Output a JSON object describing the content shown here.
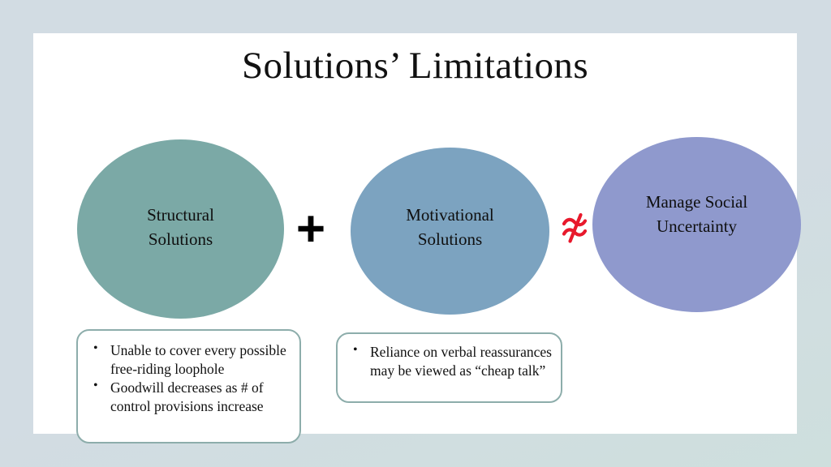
{
  "slide": {
    "title": "Solutions’ Limitations",
    "background_color": "#d2dce3",
    "canvas_color": "#ffffff"
  },
  "diagram": {
    "nodes": [
      {
        "id": "structural",
        "label_line1": "Structural",
        "label_line2": "Solutions",
        "color": "#7ba9a6"
      },
      {
        "id": "motivational",
        "label_line1": "Motivational",
        "label_line2": "Solutions",
        "color": "#7ca3c0"
      },
      {
        "id": "manage",
        "label_line1": "Manage Social",
        "label_line2": "Uncertainty",
        "color": "#8f99cd"
      }
    ],
    "operators": [
      {
        "id": "plus",
        "symbol": "+",
        "name": "plus-sign",
        "color": "#000000"
      },
      {
        "id": "not-approximately-equal",
        "symbol": "≉",
        "name": "not-approximately-equal-sign",
        "color": "#e8192c"
      }
    ]
  },
  "callouts": [
    {
      "id": "structural-limitations",
      "border_color": "#8dadab",
      "bullets": [
        "Unable to cover every possible free-riding loophole",
        "Goodwill decreases as # of control provisions increase"
      ]
    },
    {
      "id": "motivational-limitations",
      "border_color": "#8dadab",
      "bullets": [
        "Reliance on verbal reassurances may be viewed as “cheap talk”"
      ]
    }
  ]
}
